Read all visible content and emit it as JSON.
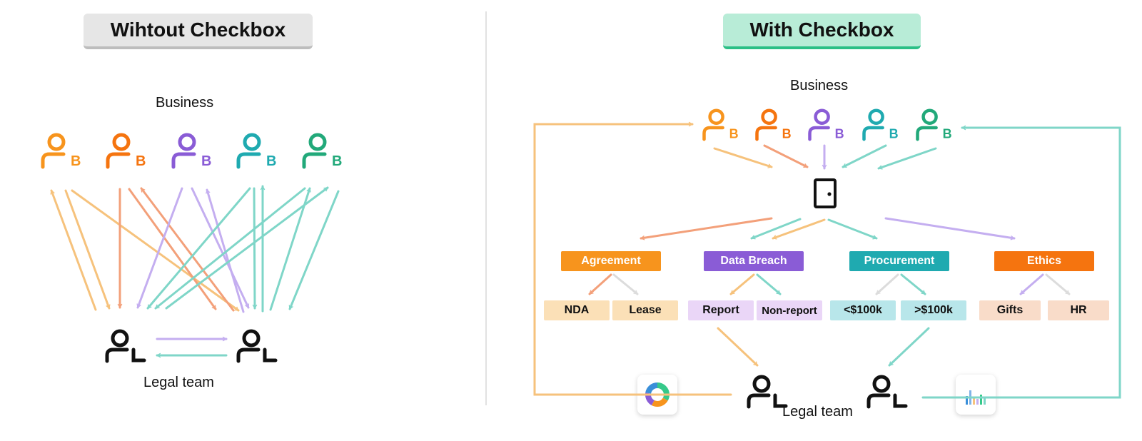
{
  "left_panel": {
    "title": "Wihtout Checkbox",
    "business_label": "Business",
    "legal_label": "Legal team"
  },
  "right_panel": {
    "title": "With Checkbox",
    "business_label": "Business",
    "legal_label": "Legal team",
    "categories": [
      {
        "label": "Agreement",
        "color": "#f7941d",
        "subs": [
          {
            "label": "NDA",
            "color": "#fbe0b7"
          },
          {
            "label": "Lease",
            "color": "#fbe0b7"
          }
        ]
      },
      {
        "label": "Data Breach",
        "color": "#8a5cd6",
        "subs": [
          {
            "label": "Report",
            "color": "#ead6f7"
          },
          {
            "label": "Non-report",
            "color": "#ead6f7"
          }
        ]
      },
      {
        "label": "Procurement",
        "color": "#1faab0",
        "subs": [
          {
            "label": "<$100k",
            "color": "#b8e6ea"
          },
          {
            "label": ">$100k",
            "color": "#b8e6ea"
          }
        ]
      },
      {
        "label": "Ethics",
        "color": "#f5740f",
        "subs": [
          {
            "label": "Gifts",
            "color": "#f9dcc9"
          },
          {
            "label": "HR",
            "color": "#f9dcc9"
          }
        ]
      }
    ]
  },
  "icons": {
    "business_user_letter": "B",
    "legal_user_letter": "L",
    "door": "door-icon",
    "donut_chart": "donut-chart-icon",
    "bar_chart": "bar-chart-icon"
  },
  "colors": {
    "orange": "#f7941d",
    "dark_orange": "#f5740f",
    "purple": "#8a5cd6",
    "teal": "#1faab0",
    "green": "#22a97a",
    "arrow_orange": "#f6c27c",
    "arrow_salmon": "#f3a07a",
    "arrow_purple": "#c4aef0",
    "arrow_teal": "#7fd6c8",
    "arrow_gray": "#dcdcdc"
  }
}
